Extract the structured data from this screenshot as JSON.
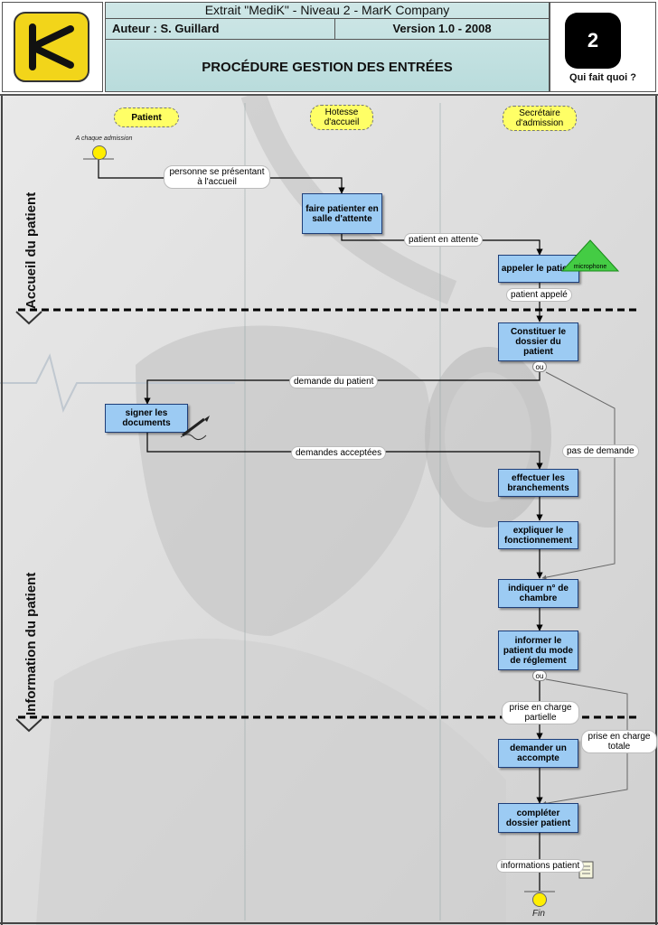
{
  "header": {
    "extract_line": "Extrait \"MediK\" - Niveau 2 - MarK Company",
    "author": "Auteur :  S. Guillard",
    "version": "Version 1.0 - 2008",
    "title": "PROCÉDURE GESTION DES ENTRÉES",
    "level_number": "2",
    "qui_fait_quoi": "Qui fait quoi ?"
  },
  "actors": {
    "patient": "Patient",
    "hotesse": "Hotesse d'accueil",
    "secretaire": "Secrétaire d'admission"
  },
  "phases": {
    "accueil": "Accueil du patient",
    "information": "Information du patient"
  },
  "start_caption": "A chaque admission",
  "end_caption": "Fin",
  "steps": {
    "faire_patienter": "faire patienter en salle d'attente",
    "appeler": "appeler le patient",
    "constituer": "Constituer le dossier du patient",
    "signer": "signer les documents",
    "effectuer": "effectuer les branchements",
    "expliquer": "expliquer le fonctionnement",
    "indiquer": "indiquer n° de chambre",
    "informer": "informer le patient du mode de réglement",
    "demander": "demander un accompte",
    "completer": "compléter dossier patient"
  },
  "flows": {
    "personne": "personne se présentant à l'accueil",
    "attente": "patient en attente",
    "appele": "patient appelé",
    "demande_patient": "demande du patient",
    "demandes_acceptees": "demandes acceptées",
    "pas_demande": "pas de demande",
    "charge_partielle": "prise en charge partielle",
    "charge_totale": "prise en charge totale",
    "informations": "informations patient"
  },
  "gateways": {
    "ou1": "ou",
    "ou2": "ou"
  },
  "icons": {
    "microphone_label": "microphone",
    "logo": "k-logo-icon",
    "pen": "pen-icon",
    "document": "document-icon"
  },
  "colors": {
    "box_fill": "#9ccbf3",
    "actor_fill": "#ffff66",
    "header_fill": "#bfdfdf",
    "mic_fill": "#44cc44"
  }
}
